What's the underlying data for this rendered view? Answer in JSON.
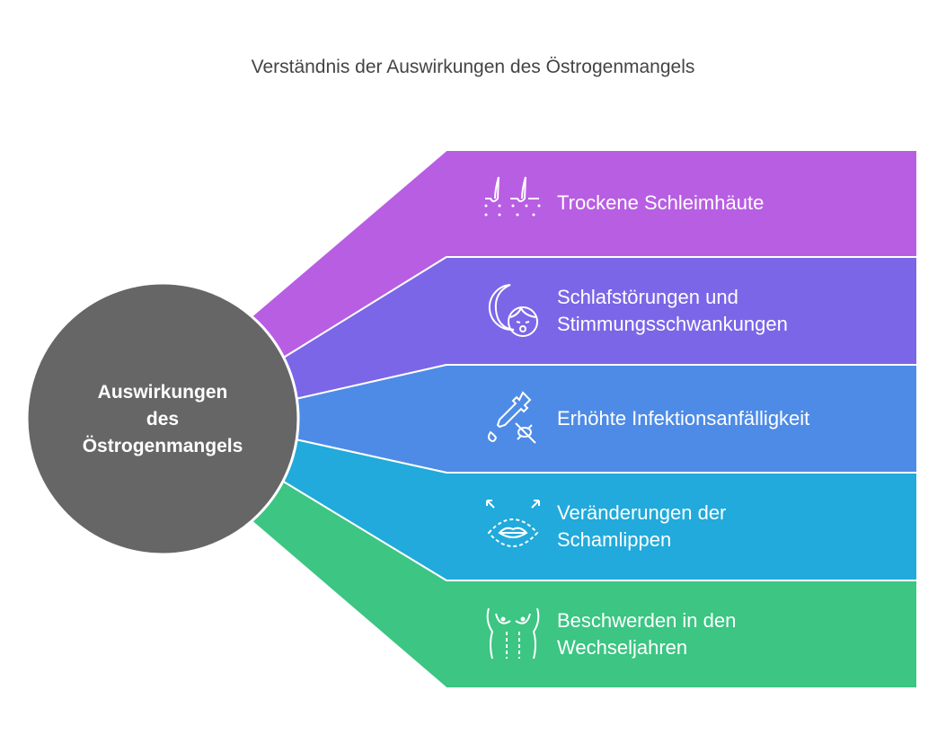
{
  "title": "Verständnis der Auswirkungen des Östrogenmangels",
  "center": {
    "line1": "Auswirkungen",
    "line2": "des",
    "line3": "Östrogenmangels",
    "color": "#666666"
  },
  "items": [
    {
      "line1": "Trockene Schleimhäute",
      "line2": "",
      "icon": "skin-hair-icon",
      "color": "#b85ee3"
    },
    {
      "line1": "Schlafstörungen und",
      "line2": "Stimmungsschwankungen",
      "icon": "moon-face-icon",
      "color": "#7b66e8"
    },
    {
      "line1": "Erhöhte Infektionsanfälligkeit",
      "line2": "",
      "icon": "dropper-bacteria-icon",
      "color": "#4e8be6"
    },
    {
      "line1": "Veränderungen der",
      "line2": "Schamlippen",
      "icon": "lips-icon",
      "color": "#21aadb"
    },
    {
      "line1": "Beschwerden in den",
      "line2": "Wechseljahren",
      "icon": "torso-icon",
      "color": "#3cc583"
    }
  ]
}
